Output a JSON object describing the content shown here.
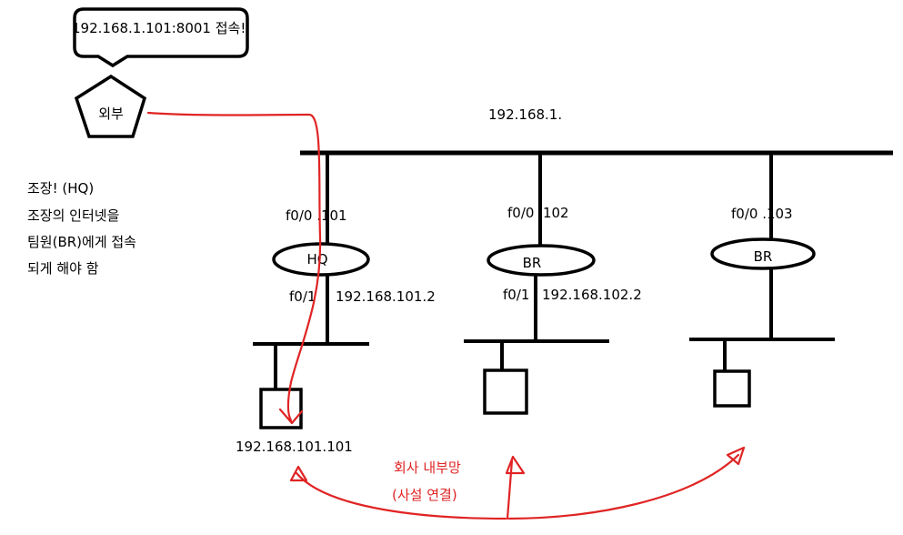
{
  "speech_bubble": {
    "text": "192.168.1.101:8001  접속!"
  },
  "external_node": {
    "label": "외부"
  },
  "network": {
    "label": "192.168.1."
  },
  "notes": {
    "lines": [
      "조장! (HQ)",
      "조장의 인터넷을",
      "팀원(BR)에게 접속",
      "되게 해야 함"
    ]
  },
  "routers": [
    {
      "name": "HQ",
      "outer_interface": "f0/0 .101",
      "inner_interface": "f0/1",
      "inner_ip": "192.168.101.2"
    },
    {
      "name": "BR",
      "outer_interface": "f0/0 .102",
      "inner_interface": "f0/1",
      "inner_ip": "192.168.102.2"
    },
    {
      "name": "BR",
      "outer_interface": "f0/0 .103",
      "inner_interface": "",
      "inner_ip": ""
    }
  ],
  "hosts": [
    {
      "ip": "192.168.101.101"
    },
    {
      "ip": ""
    },
    {
      "ip": ""
    }
  ],
  "internal_net": {
    "line1": "회사 내부망",
    "line2": "(사설 연결)"
  },
  "colors": {
    "line": "#000000",
    "arrow": "#e02424",
    "background": "#ffffff"
  }
}
